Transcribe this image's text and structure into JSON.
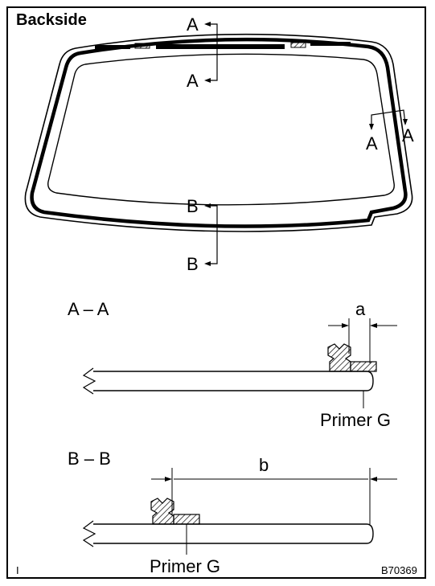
{
  "title": "Backside",
  "section_labels": {
    "top_a1": "A",
    "top_a2": "A",
    "side_a1": "A",
    "side_a2": "A",
    "bottom_b1": "B",
    "bottom_b2": "B"
  },
  "section_aa": {
    "title": "A – A",
    "dimension": "a",
    "primer": "Primer G"
  },
  "section_bb": {
    "title": "B – B",
    "dimension": "b",
    "primer": "Primer G"
  },
  "corner_mark": "I",
  "figure_code": "B70369"
}
